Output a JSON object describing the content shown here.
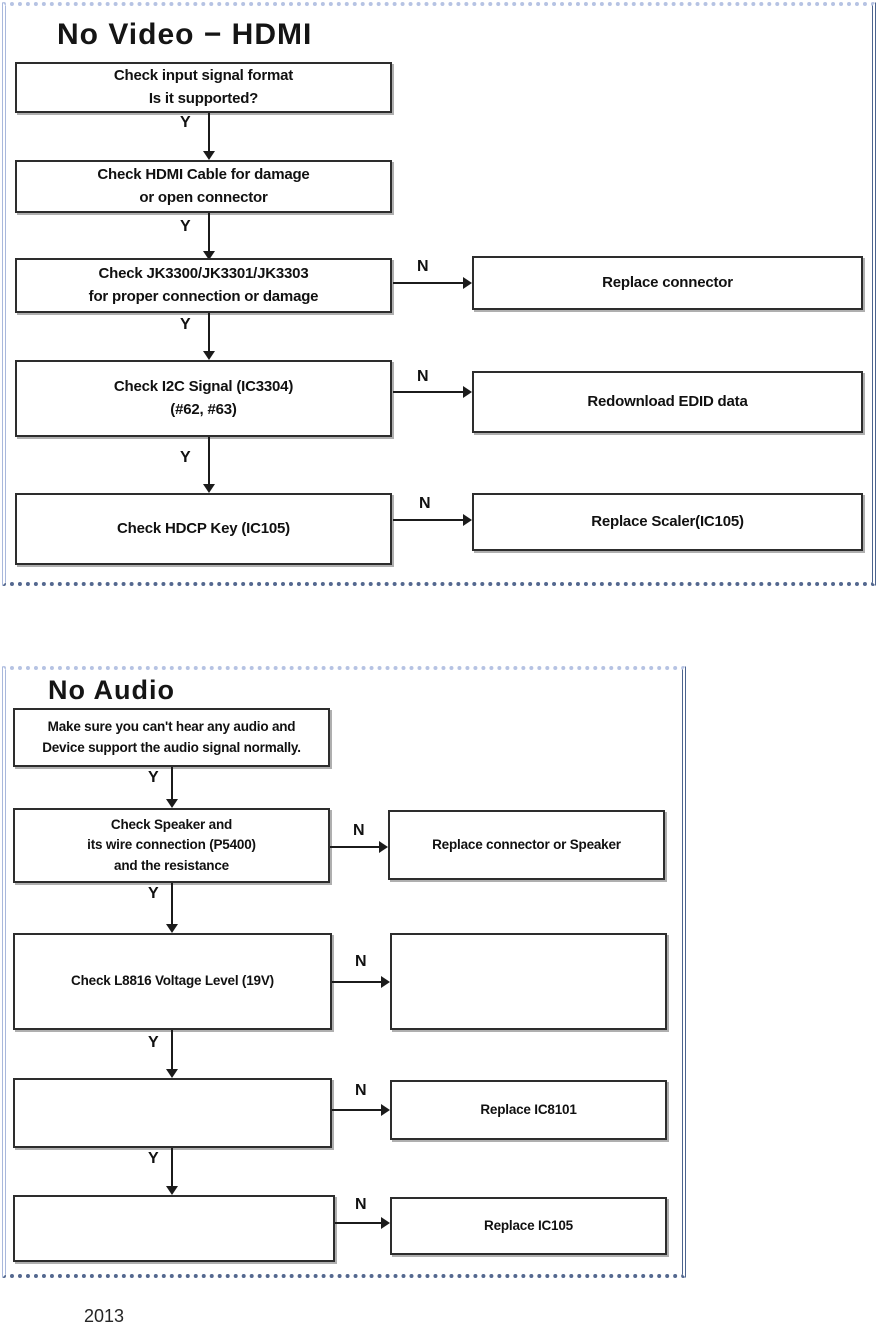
{
  "branch_labels": {
    "yes": "Y",
    "no": "N"
  },
  "footer": {
    "year": "2013"
  },
  "panels": [
    {
      "title": "No Video − HDMI",
      "steps": [
        {
          "lines": [
            "Check input signal format",
            "Is it supported?"
          ]
        },
        {
          "lines": [
            "Check HDMI Cable for damage",
            "or open connector"
          ]
        },
        {
          "lines": [
            "Check JK3300/JK3301/JK3303",
            "for proper connection or damage"
          ]
        },
        {
          "lines": [
            "Check I2C Signal (IC3304)",
            "(#62, #63)"
          ]
        },
        {
          "lines": [
            "Check HDCP Key (IC105)"
          ]
        }
      ],
      "actions": [
        "Replace connector",
        "Redownload EDID data",
        "Replace Scaler(IC105)"
      ]
    },
    {
      "title": "No Audio",
      "steps": [
        {
          "lines": [
            "Make sure you can't hear any audio and",
            "Device support the audio signal normally."
          ]
        },
        {
          "lines": [
            "Check Speaker and",
            "its wire connection (P5400)",
            "and the resistance"
          ]
        },
        {
          "lines": [
            "Check L8816 Voltage Level (19V)"
          ]
        },
        {
          "lines": []
        },
        {
          "lines": []
        }
      ],
      "actions": [
        "Replace connector or Speaker",
        "",
        "Replace IC8101",
        "Replace IC105"
      ]
    }
  ]
}
